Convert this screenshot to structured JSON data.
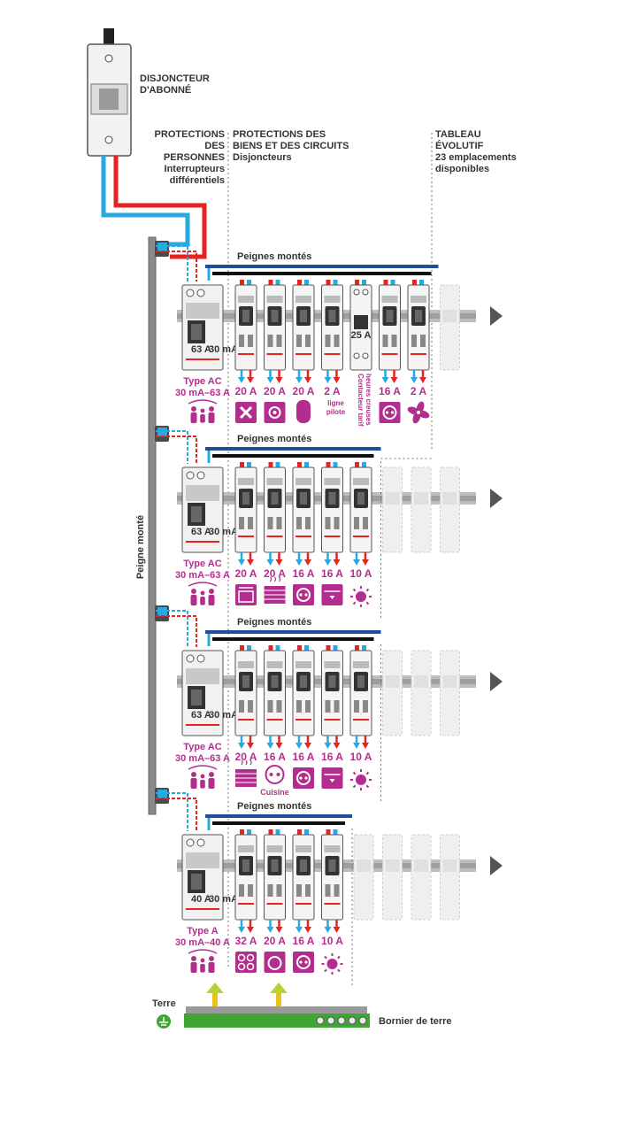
{
  "main_breaker": {
    "label_line1": "DISJONCTEUR",
    "label_line2": "D'ABONNÉ"
  },
  "headers": {
    "persons": {
      "line1": "PROTECTIONS",
      "line2": "DES PERSONNES",
      "line3": "Interrupteurs",
      "line4": "différentiels"
    },
    "goods": {
      "line1": "PROTECTIONS DES",
      "line2": "BIENS ET DES CIRCUITS",
      "line3": "Disjoncteurs"
    },
    "evolution": {
      "line1": "TABLEAU",
      "line2": "ÉVOLUTIF",
      "line3": "23 emplacements",
      "line4": "disponibles"
    }
  },
  "vertical_comb_label": "Peigne monté",
  "rows": [
    {
      "comb_label": "Peignes montés",
      "rcd": {
        "rating": "63 A",
        "sens": "30 mA",
        "type_label": "Type AC",
        "range_label": "30 mA–63 A"
      },
      "breakers": [
        {
          "amps": "20 A",
          "icon": "washing-machine-icon"
        },
        {
          "amps": "20 A",
          "icon": "dishwasher-icon"
        },
        {
          "amps": "20 A",
          "icon": "water-heater-icon"
        },
        {
          "amps": "2 A",
          "icon": "",
          "note1": "ligne",
          "note2": "pilote"
        },
        {
          "amps": "",
          "icon": "",
          "contactor": true,
          "contactor_rating": "25 A",
          "note1": "Contacteur tarif",
          "note2": "heures creuses"
        },
        {
          "amps": "16 A",
          "icon": "socket-icon"
        },
        {
          "amps": "2 A",
          "icon": "fan-icon"
        }
      ],
      "spares": 1
    },
    {
      "comb_label": "Peignes montés",
      "rcd": {
        "rating": "63 A",
        "sens": "30 mA",
        "type_label": "Type AC",
        "range_label": "30 mA–63 A"
      },
      "breakers": [
        {
          "amps": "20 A",
          "icon": "oven-icon"
        },
        {
          "amps": "20 A",
          "icon": "radiator-icon"
        },
        {
          "amps": "16 A",
          "icon": "socket-icon"
        },
        {
          "amps": "16 A",
          "icon": "shutter-icon"
        },
        {
          "amps": "10 A",
          "icon": "light-icon"
        }
      ],
      "spares": 3
    },
    {
      "comb_label": "Peignes montés",
      "rcd": {
        "rating": "63 A",
        "sens": "30 mA",
        "type_label": "Type AC",
        "range_label": "30 mA–63 A"
      },
      "breakers": [
        {
          "amps": "20 A",
          "icon": "radiator-icon"
        },
        {
          "amps": "16 A",
          "icon": "kitchen-socket-icon",
          "note1": "Cuisine"
        },
        {
          "amps": "16 A",
          "icon": "socket-icon"
        },
        {
          "amps": "16 A",
          "icon": "shutter-icon"
        },
        {
          "amps": "10 A",
          "icon": "light-icon"
        }
      ],
      "spares": 3
    },
    {
      "comb_label": "Peignes montés",
      "rcd": {
        "rating": "40 A",
        "sens": "30 mA",
        "type_label": "Type A",
        "range_label": "30 mA–40 A"
      },
      "breakers": [
        {
          "amps": "32 A",
          "icon": "cooktop-icon"
        },
        {
          "amps": "20 A",
          "icon": "dryer-icon"
        },
        {
          "amps": "16 A",
          "icon": "socket-icon"
        },
        {
          "amps": "10 A",
          "icon": "light-icon"
        }
      ],
      "spares": 4
    }
  ],
  "earth": {
    "terre_label": "Terre",
    "bornier_label": "Bornier de terre"
  },
  "colors": {
    "phase": "#e52421",
    "neutral": "#27a9e1",
    "accent": "#b32d8e",
    "earth_bar": "#3fa535",
    "comb_blue": "#1f4e9c",
    "earth_arrow": "#b5d334"
  }
}
